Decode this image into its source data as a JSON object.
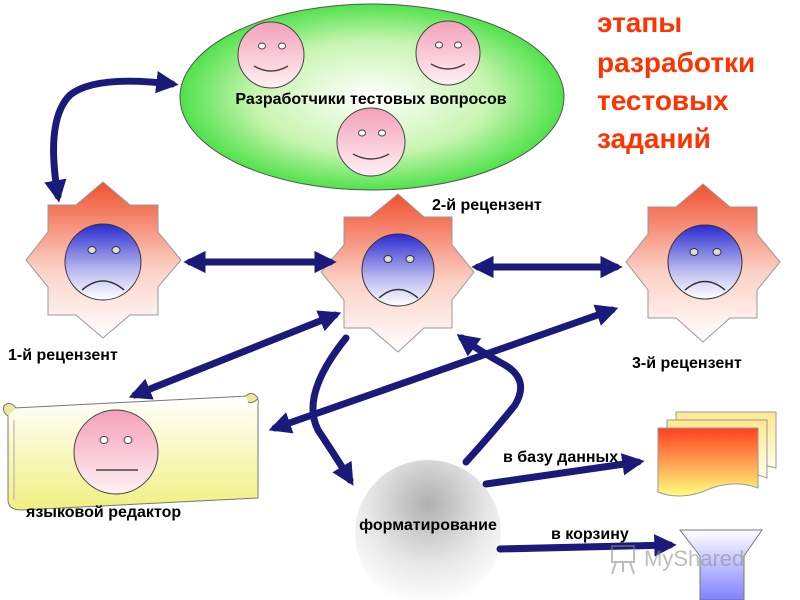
{
  "title": {
    "lines": [
      "этапы",
      "разработки",
      "тестовых",
      "заданий"
    ],
    "color": "#ff3300"
  },
  "nodes": {
    "developers": {
      "label": "Разработчики тестовых вопросов"
    },
    "reviewer1": {
      "label": "1-й рецензент"
    },
    "reviewer2": {
      "label": "2-й рецензент"
    },
    "reviewer3": {
      "label": "3-й рецензент"
    },
    "editor": {
      "label": "языковой редактор"
    },
    "formatting": {
      "label": "форматирование"
    }
  },
  "edges": {
    "to_database": "в базу данных",
    "to_trash": "в корзину"
  },
  "watermark": "MyShared",
  "colors": {
    "arrow": "#1a1a7a",
    "oval_green": "#33dd33",
    "star_red": "#f05030",
    "sad_face_blue": "#2a2ad0",
    "scroll_yellow": "#f0f080",
    "face_pink": "#f4b8c8"
  }
}
